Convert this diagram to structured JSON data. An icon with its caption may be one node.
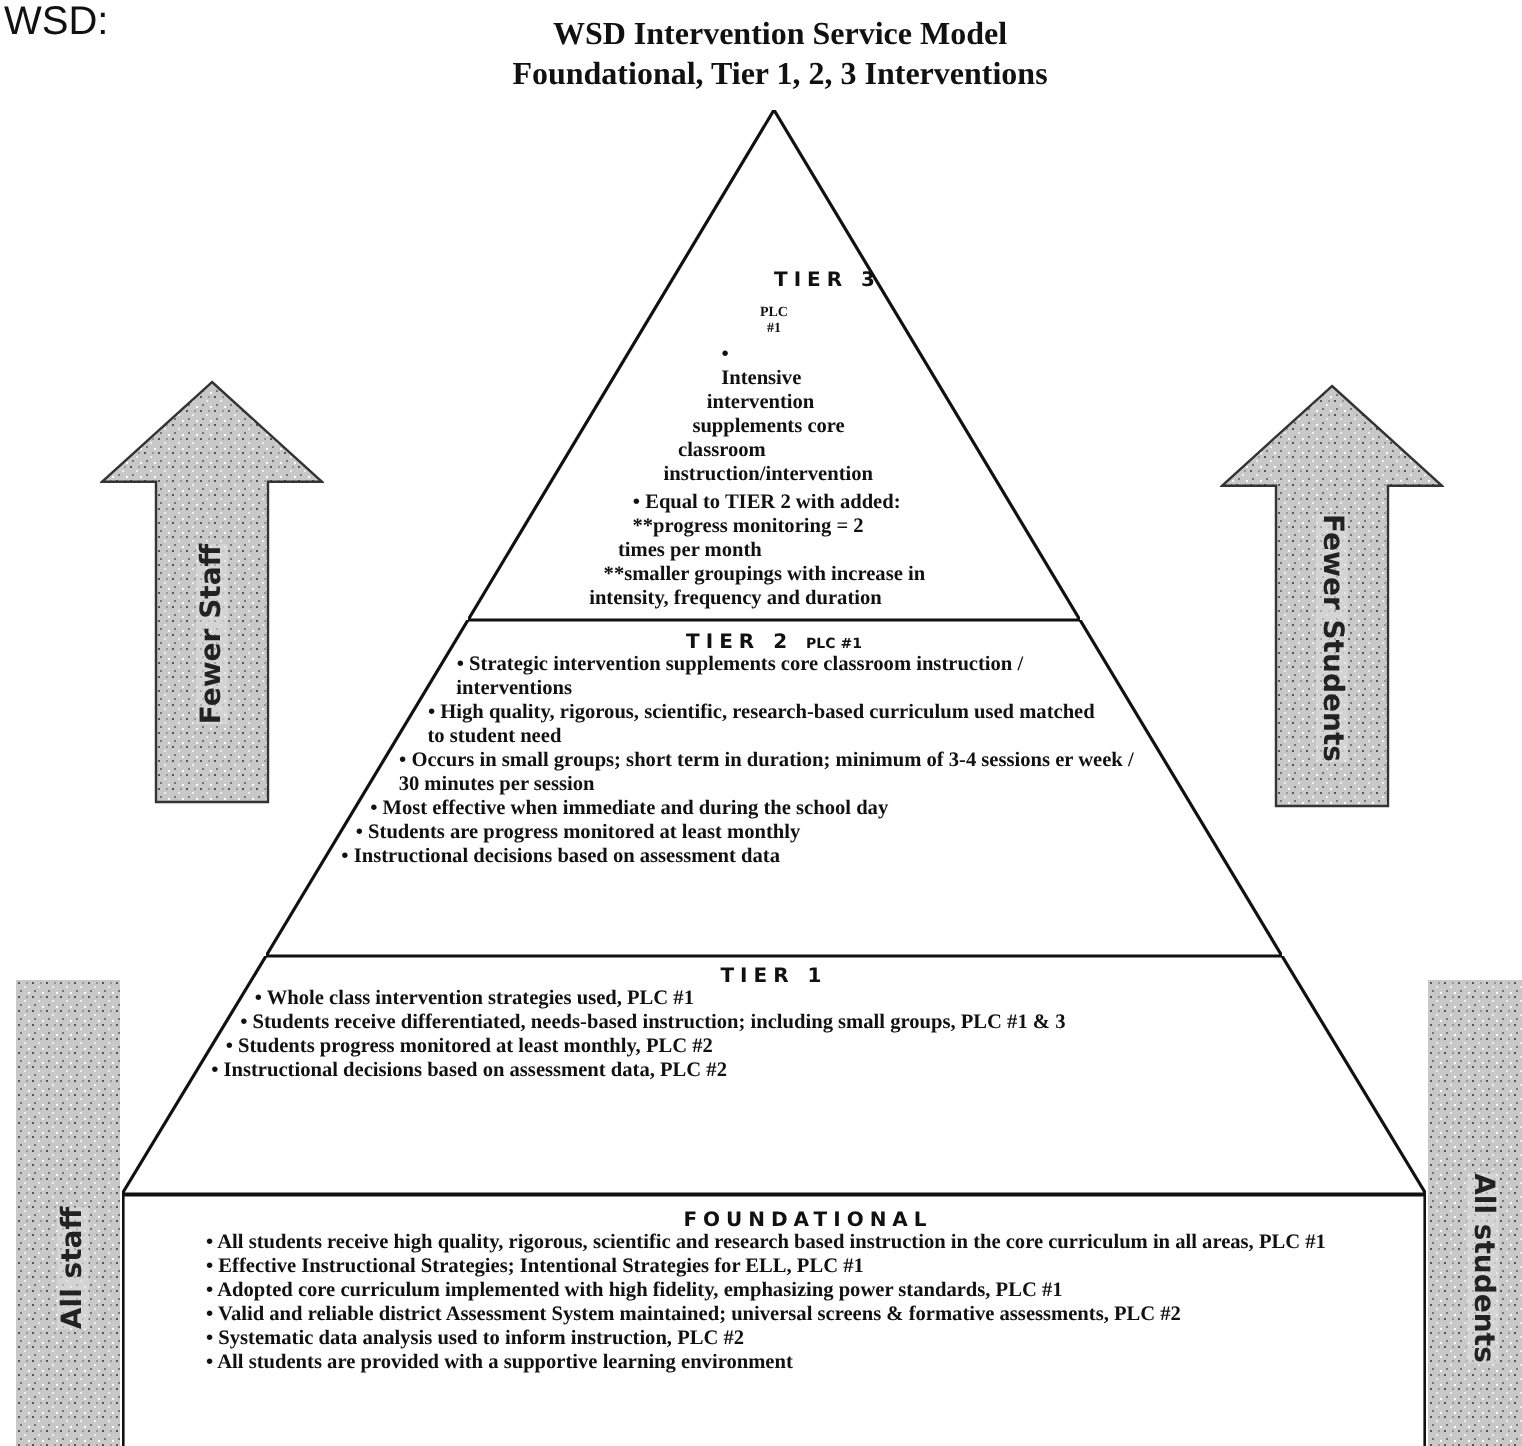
{
  "diagram": {
    "title": "WSD Intervention Service Model Foundational, Tier 1, 2, 3 Interventions",
    "nodes": [
      {
        "text": [
          "TIER 3",
          "PLC #1",
          "• Intensive intervention supplements core classroom instruction/intervention",
          "• Equal to TIER 2 with added:",
          "**progress monitoring = 2 times per month",
          "**smaller groupings with increase in intensity, frequency and duration"
        ]
      },
      {
        "text": [
          "Fewer Staff"
        ]
      },
      {
        "text": [
          "Fewer Students"
        ]
      },
      {
        "text": [
          "TIER 2",
          "PLC #1",
          "• Strategic intervention supplements core classroom instruction / interventions",
          "• High quality, rigorous, scientific, research-based curriculum used matched to student need",
          "• Occurs in small groups; short term in duration; minimum of 3-4 sessions er week / 30 minutes per session",
          "• Most effective when immediate and during the school day",
          "• Students are progress monitored at least monthly",
          "• Instructional decisions based on assessment data"
        ]
      },
      {
        "text": [
          "All staff"
        ]
      },
      {
        "text": [
          "TIER 1",
          "• Whole class intervention strategies used, PLC #1",
          "• Students receive differentiated, needs-based instruction; including small groups, PLC #1 & 3",
          "• Students progress monitored at least monthly, PLC #2",
          "• Instructional decisions based on assessment data, PLC #2"
        ]
      },
      {
        "text": [
          "All students"
        ]
      },
      {
        "text": [
          "FOUNDATIONAL",
          "• All students receive high quality, rigorous, scientific and research based instruction in the core curriculum in all areas, PLC #1",
          "• Effective Instructional Strategies; Intentional Strategies for ELL, PLC #1",
          "• Adopted core curriculum implemented with high fidelity, emphasizing power standards, PLC #1",
          "• Valid and reliable district Assessment System maintained; universal screens & formative assessments, PLC #2",
          "• Systematic data analysis used to inform instruction, PLC #2",
          "• All students are provided with a supportive learning environment"
        ]
      }
    ],
    "labels": [
      "WSD:"
    ]
  }
}
